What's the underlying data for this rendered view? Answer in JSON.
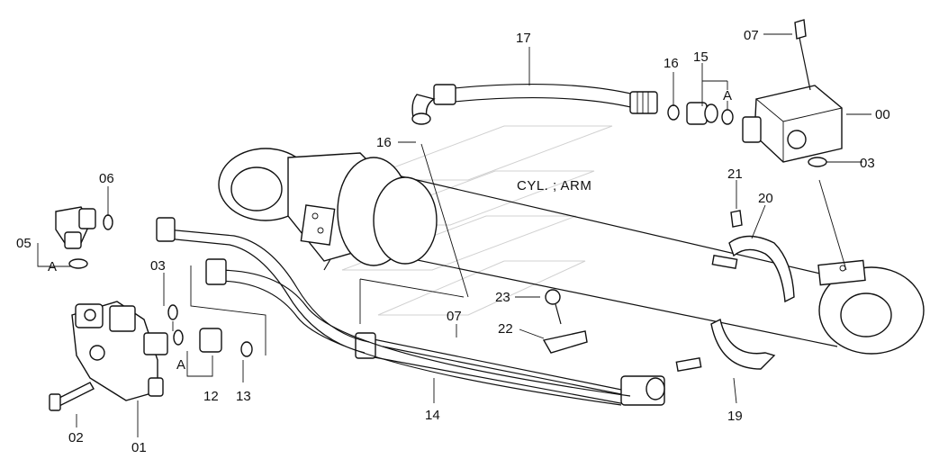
{
  "caption": "CYL. ; ARM",
  "labels": {
    "l00": "00",
    "l01": "01",
    "l02": "02",
    "l03a": "03",
    "l03b": "03",
    "l05": "05",
    "l06": "06",
    "l07a": "07",
    "l07b": "07",
    "l12": "12",
    "l13": "13",
    "l14": "14",
    "l15": "15",
    "l16a": "16",
    "l16b": "16",
    "l17": "17",
    "l19": "19",
    "l20": "20",
    "l21": "21",
    "l22": "22",
    "l23": "23",
    "refA1": "A",
    "refA2": "A",
    "refA3": "A"
  }
}
